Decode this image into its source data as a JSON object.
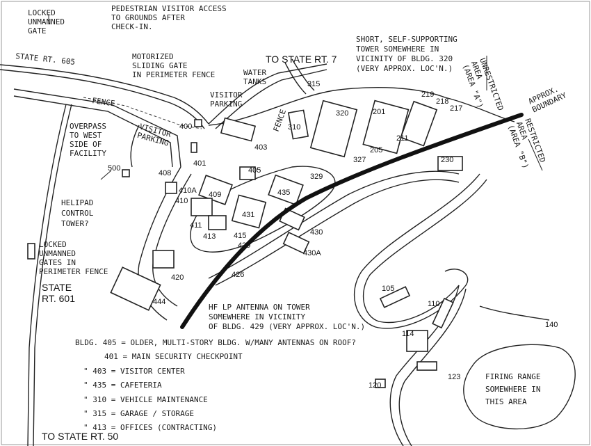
{
  "notes": {
    "locked_gate_nw": [
      "LOCKED",
      "UNMANNED",
      "GATE"
    ],
    "pedestrian": [
      "PEDESTRIAN VISITOR ACCESS",
      "TO GROUNDS AFTER",
      "CHECK-IN."
    ],
    "state_rt_605": "STATE RT. 605",
    "to_state_rt_7": "TO STATE RT. 7",
    "tower_320": [
      "SHORT, SELF-SUPPORTING",
      "TOWER SOMEWHERE IN",
      "VICINITY OF BLDG. 320",
      "(VERY APPROX. LOC'N.)"
    ],
    "motorized_gate": [
      "MOTORIZED",
      "SLIDING GATE",
      "IN PERIMETER FENCE"
    ],
    "water_tanks": [
      "WATER",
      "TANKS"
    ],
    "fence_label": "FENCE",
    "fence_label_2": "FENCE",
    "visitor_parking_1": [
      "VISITOR",
      "PARKING"
    ],
    "visitor_parking_2": [
      "VISITOR",
      "PARKING"
    ],
    "overpass": [
      "OVERPASS",
      "TO WEST",
      "SIDE OF",
      "FACILITY"
    ],
    "helipad": [
      "HELIPAD",
      "CONTROL",
      "TOWER?"
    ],
    "locked_gates_sw": [
      "LOCKED",
      "UNMANNED",
      "GATES IN",
      "PERIMETER FENCE"
    ],
    "state_rt_601": [
      "STATE",
      "RT. 601"
    ],
    "hf_antenna": [
      "HF LP ANTENNA ON TOWER",
      "SOMEWHERE IN VICINITY",
      "OF BLDG. 429 (VERY APPROX. LOC'N.)"
    ],
    "approx_boundary": [
      "APPROX.",
      "BOUNDARY"
    ],
    "unrestricted": [
      "UNRESTRICTED",
      "AREA",
      "(AREA \"A\")"
    ],
    "restricted": [
      "RESTRICTED",
      "AREA",
      "(AREA \"B\")"
    ],
    "firing_range": [
      "FIRING RANGE",
      "SOMEWHERE IN",
      "THIS AREA"
    ],
    "to_state_rt_50": "TO STATE RT. 50"
  },
  "legend": [
    "BLDG. 405 = OLDER, MULTI-STORY BLDG. W/MANY ANTENNAS ON ROOF?",
    "401 = MAIN SECURITY CHECKPOINT",
    "\"  403 = VISITOR CENTER",
    "\"  435 = CAFETERIA",
    "\"  310 = VEHICLE MAINTENANCE",
    "\"  315 = GARAGE / STORAGE",
    "\"  413 = OFFICES (CONTRACTING)"
  ],
  "buildings": {
    "b400": "400",
    "b401": "401",
    "b403": "403",
    "b405": "405",
    "b408": "408",
    "b409": "409",
    "b410": "410",
    "b410a": "410A",
    "b411": "411",
    "b413": "413",
    "b415": "415",
    "b420": "420",
    "b426": "426",
    "b429": "429",
    "b430": "430",
    "b430a": "430A",
    "b431": "431",
    "b435": "435",
    "b444": "444",
    "b500": "500",
    "b315": "315",
    "b310": "310",
    "b320": "320",
    "b327": "327",
    "b329": "329",
    "b201": "201",
    "b205": "205",
    "b211": "211",
    "b217": "217",
    "b218": "218",
    "b219": "219",
    "b230": "230",
    "b105": "105",
    "b110": "110",
    "b114": "114",
    "b120": "120",
    "b123": "123",
    "b140": "140"
  }
}
